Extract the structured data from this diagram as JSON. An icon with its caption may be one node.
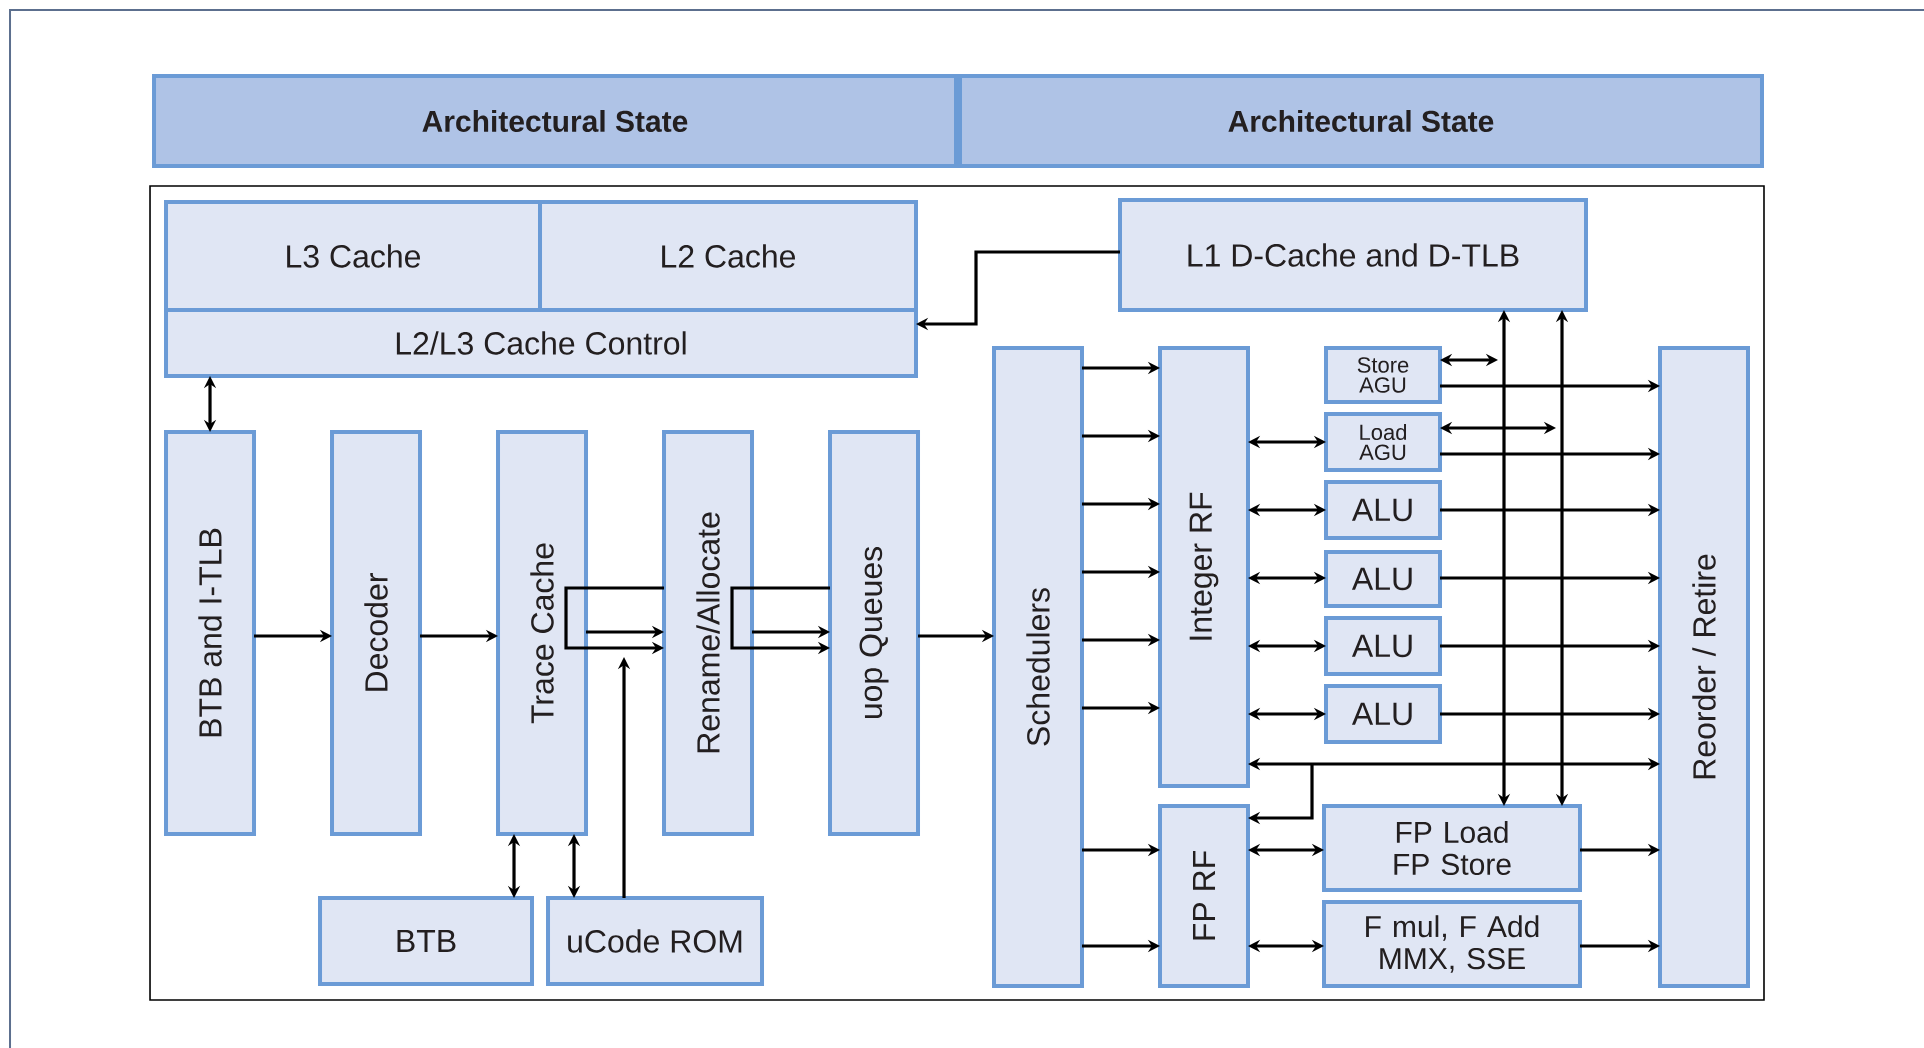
{
  "diagram": {
    "nodes": [
      {
        "text": [
          "Architectural State"
        ]
      },
      {
        "text": [
          "Architectural State"
        ]
      },
      {
        "text": [
          "L3 Cache"
        ]
      },
      {
        "text": [
          "L2 Cache"
        ]
      },
      {
        "text": [
          "L2/L3 Cache Control"
        ]
      },
      {
        "text": [
          "BTB and I-TLB"
        ]
      },
      {
        "text": [
          "Decoder"
        ]
      },
      {
        "text": [
          "Trace Cache"
        ]
      },
      {
        "text": [
          "Rename/Allocate"
        ]
      },
      {
        "text": [
          "uop Queues"
        ]
      },
      {
        "text": [
          "BTB"
        ]
      },
      {
        "text": [
          "uCode ROM"
        ]
      },
      {
        "text": [
          "L1 D-Cache and D-TLB"
        ]
      },
      {
        "text": [
          "Schedulers"
        ]
      },
      {
        "text": [
          "Integer RF"
        ]
      },
      {
        "text": [
          "FP RF"
        ]
      },
      {
        "text": [
          "Store AGU"
        ]
      },
      {
        "text": [
          "Load AGU"
        ]
      },
      {
        "text": [
          "ALU"
        ]
      },
      {
        "text": [
          "ALU"
        ]
      },
      {
        "text": [
          "ALU"
        ]
      },
      {
        "text": [
          "ALU"
        ]
      },
      {
        "text": [
          "FP Load FP Store"
        ]
      },
      {
        "text": [
          "F mul, F Add MMX, SSE"
        ]
      },
      {
        "text": [
          "Reorder / Retire"
        ]
      }
    ],
    "edges": [
      {
        "from": 12,
        "to": 4,
        "arrow": "to"
      },
      {
        "from": 4,
        "to": 5,
        "arrow": "both"
      },
      {
        "from": 5,
        "to": 6,
        "arrow": "to"
      },
      {
        "from": 6,
        "to": 7,
        "arrow": "to"
      },
      {
        "from": 7,
        "to": 8,
        "arrow": "to"
      },
      {
        "from": 7,
        "to": 8,
        "arrow": "to"
      },
      {
        "from": 8,
        "to": 9,
        "arrow": "to"
      },
      {
        "from": 8,
        "to": 9,
        "arrow": "to"
      },
      {
        "from": 11,
        "to": 8,
        "arrow": "to"
      },
      {
        "from": 7,
        "to": 10,
        "arrow": "both"
      },
      {
        "from": 7,
        "to": 11,
        "arrow": "both"
      },
      {
        "from": 9,
        "to": 13,
        "arrow": "to"
      },
      {
        "from": 13,
        "to": 14,
        "arrow": "to"
      },
      {
        "from": 13,
        "to": 14,
        "arrow": "to"
      },
      {
        "from": 13,
        "to": 14,
        "arrow": "to"
      },
      {
        "from": 13,
        "to": 14,
        "arrow": "to"
      },
      {
        "from": 13,
        "to": 14,
        "arrow": "to"
      },
      {
        "from": 13,
        "to": 14,
        "arrow": "to"
      },
      {
        "from": 13,
        "to": 15,
        "arrow": "to"
      },
      {
        "from": 13,
        "to": 15,
        "arrow": "to"
      },
      {
        "from": 14,
        "to": 17,
        "arrow": "both"
      },
      {
        "from": 14,
        "to": 18,
        "arrow": "both"
      },
      {
        "from": 14,
        "to": 19,
        "arrow": "both"
      },
      {
        "from": 14,
        "to": 20,
        "arrow": "both"
      },
      {
        "from": 14,
        "to": 21,
        "arrow": "both"
      },
      {
        "from": 15,
        "to": 22,
        "arrow": "both"
      },
      {
        "from": 15,
        "to": 23,
        "arrow": "both"
      },
      {
        "from": 16,
        "to": 24,
        "arrow": "to"
      },
      {
        "from": 17,
        "to": 24,
        "arrow": "to"
      },
      {
        "from": 18,
        "to": 24,
        "arrow": "to"
      },
      {
        "from": 19,
        "to": 24,
        "arrow": "to"
      },
      {
        "from": 20,
        "to": 24,
        "arrow": "to"
      },
      {
        "from": 21,
        "to": 24,
        "arrow": "to"
      },
      {
        "from": 22,
        "to": 24,
        "arrow": "to"
      },
      {
        "from": 23,
        "to": 24,
        "arrow": "to"
      },
      {
        "from": 12,
        "to": 22,
        "arrow": "both"
      },
      {
        "from": 12,
        "to": 22,
        "arrow": "both"
      },
      {
        "from": 16,
        "to": null,
        "arrow": "both"
      },
      {
        "from": 17,
        "to": null,
        "arrow": "both"
      },
      {
        "from": null,
        "to": 14,
        "arrow": "to"
      },
      {
        "from": null,
        "to": 24,
        "arrow": "to"
      },
      {
        "from": null,
        "to": 15,
        "arrow": "to"
      }
    ]
  }
}
